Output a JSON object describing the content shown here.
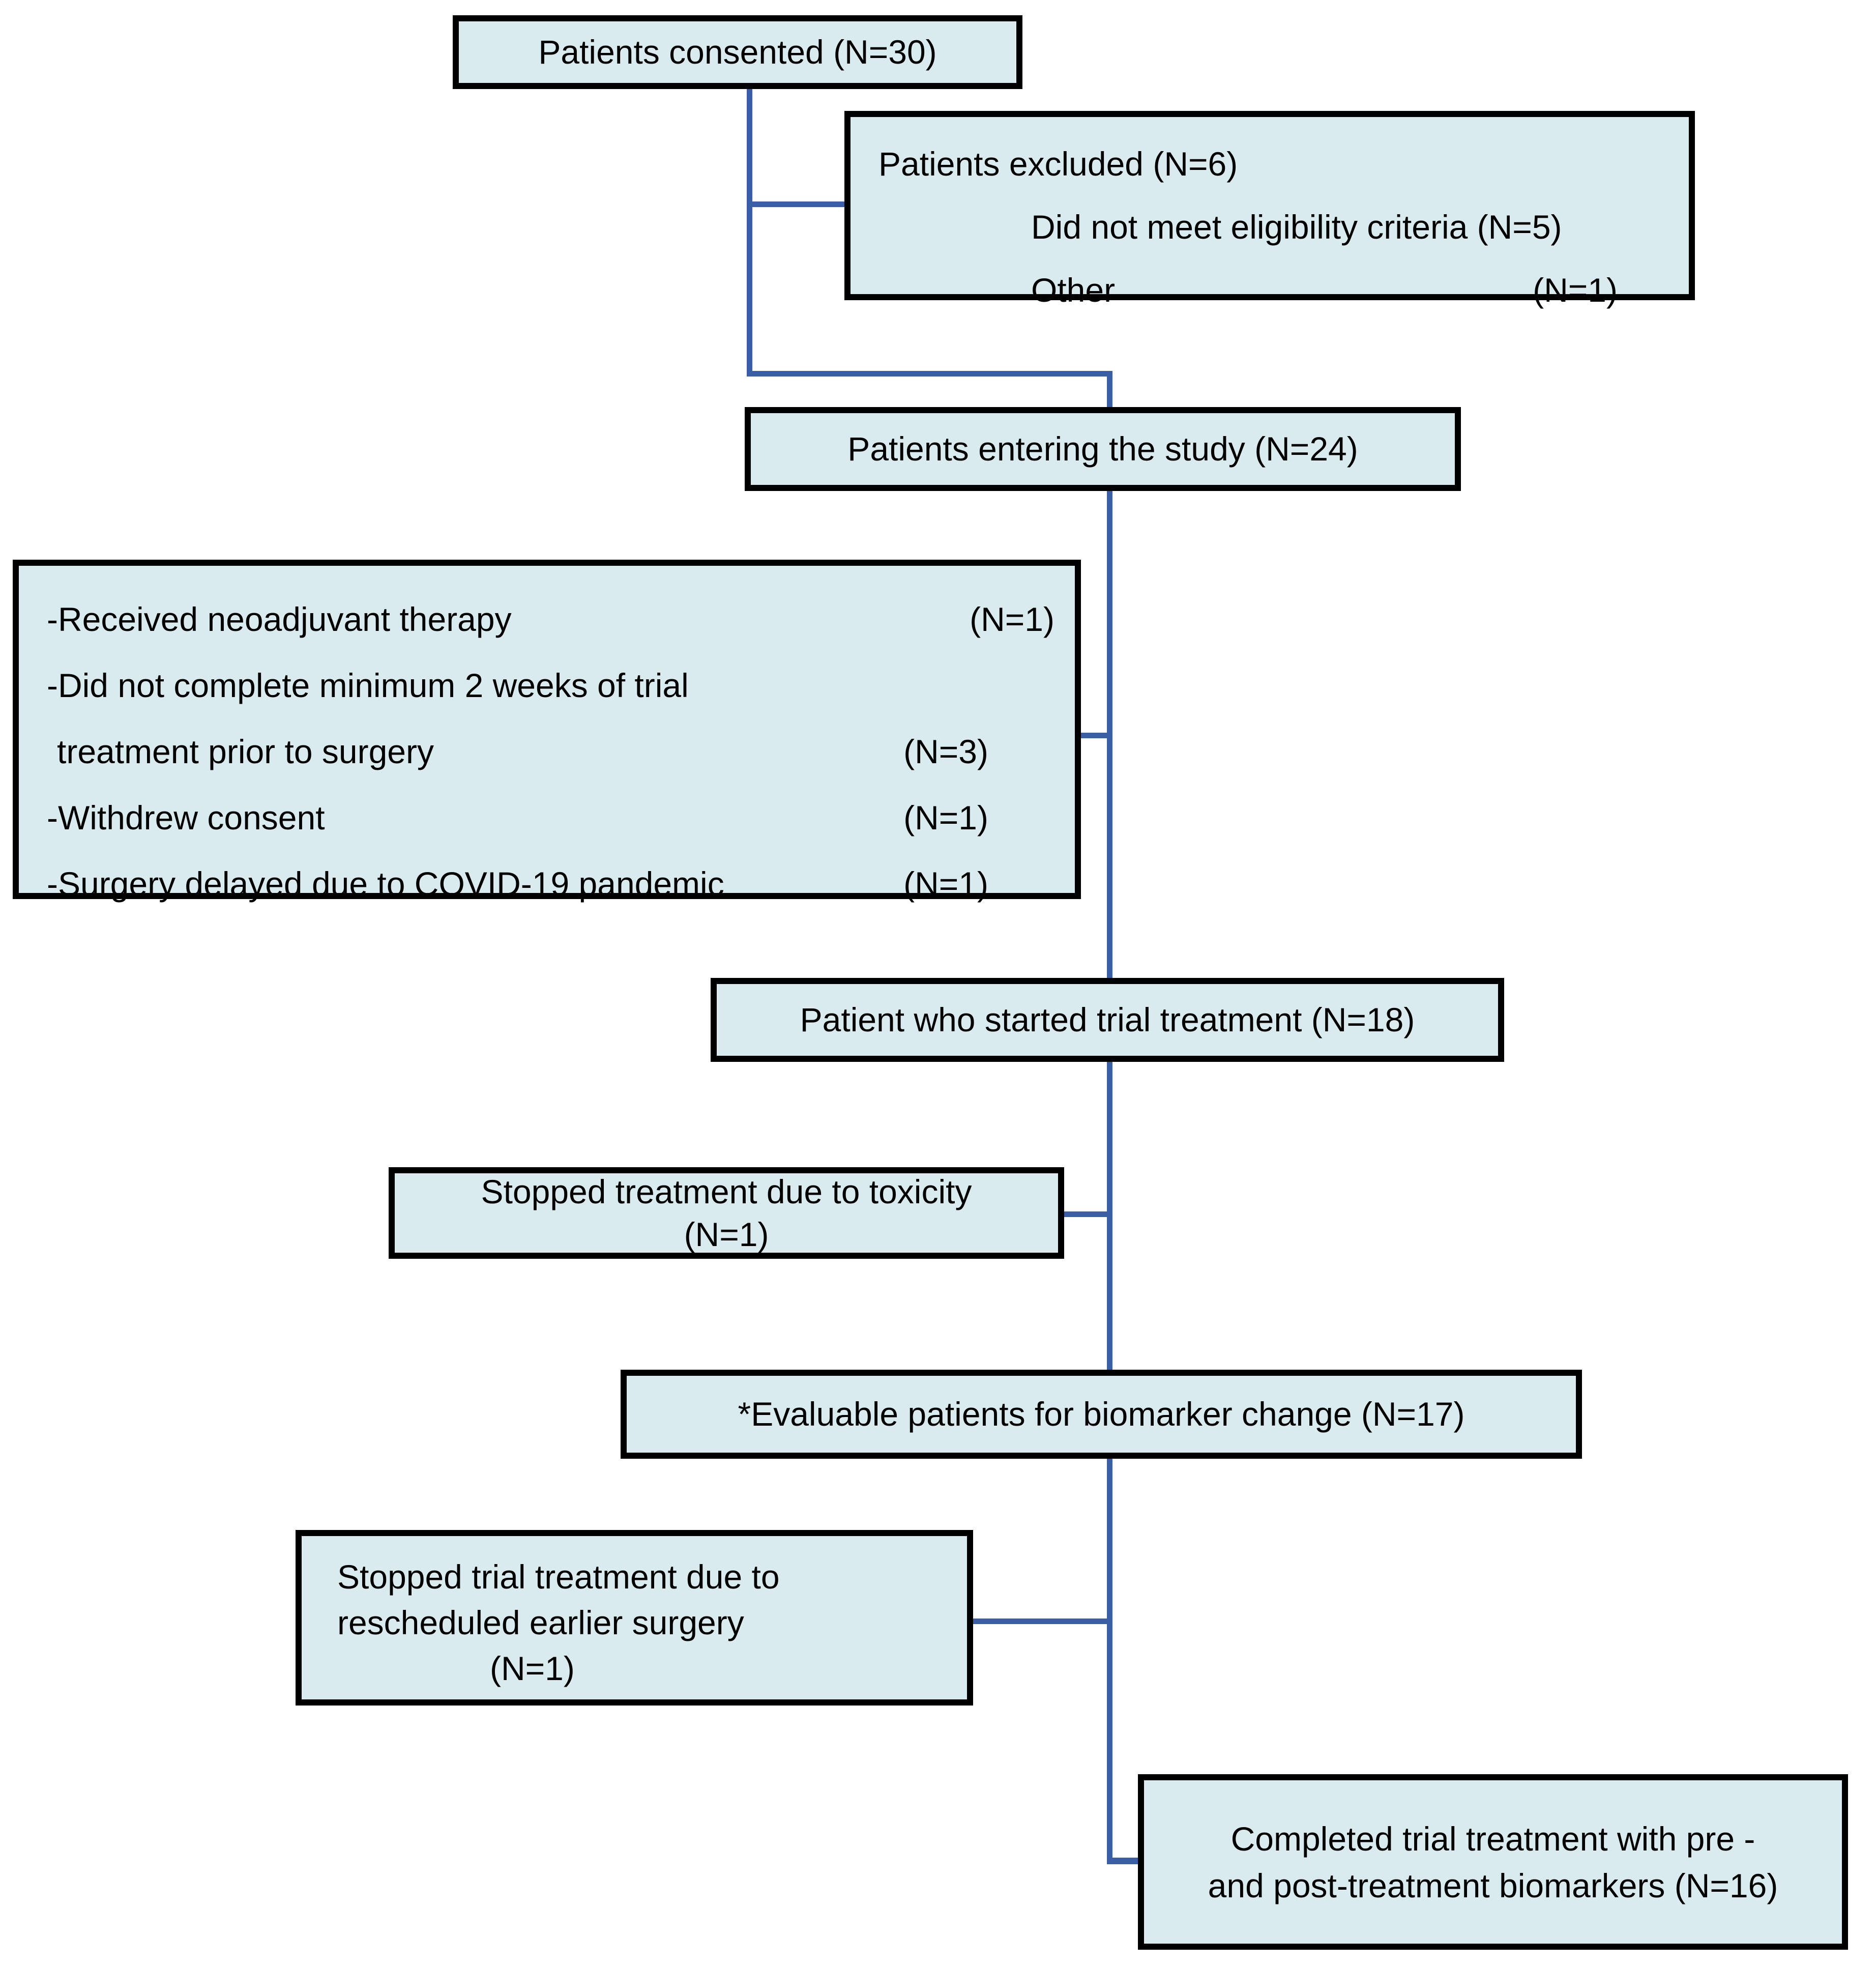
{
  "diagram": {
    "colors": {
      "box_fill": "#d9ebee",
      "box_border": "#000000",
      "connector": "#3a5fa4"
    },
    "boxes": {
      "consented": {
        "label": "Patients consented (N=30)"
      },
      "excluded": {
        "title": "Patients excluded (N=6)",
        "rows": [
          {
            "label": "Did not meet eligibility criteria (N=5)",
            "n": ""
          },
          {
            "label": "Other",
            "n": "(N=1)"
          }
        ]
      },
      "entering": {
        "label": "Patients entering the study (N=24)"
      },
      "reasons": {
        "rows": [
          {
            "label": "-Received neoadjuvant therapy",
            "n": "(N=1)"
          },
          {
            "label": "-Did not complete minimum 2 weeks of trial",
            "n": ""
          },
          {
            "label": "treatment prior to surgery",
            "n": "(N=3)"
          },
          {
            "label": "-Withdrew consent",
            "n": "(N=1)"
          },
          {
            "label": "-Surgery delayed due to COVID-19 pandemic",
            "n": "(N=1)"
          }
        ]
      },
      "started": {
        "label": "Patient who started trial treatment (N=18)"
      },
      "toxicity": {
        "line1": "Stopped treatment due to toxicity",
        "line2": "(N=1)"
      },
      "evaluable": {
        "label": "*Evaluable patients for biomarker change (N=17)"
      },
      "rescheduled": {
        "line1": "Stopped trial treatment due to",
        "line2": "rescheduled earlier surgery",
        "line3": "(N=1)"
      },
      "completed": {
        "line1": "Completed trial treatment with pre -",
        "line2": "and post-treatment biomarkers (N=16)"
      }
    }
  }
}
